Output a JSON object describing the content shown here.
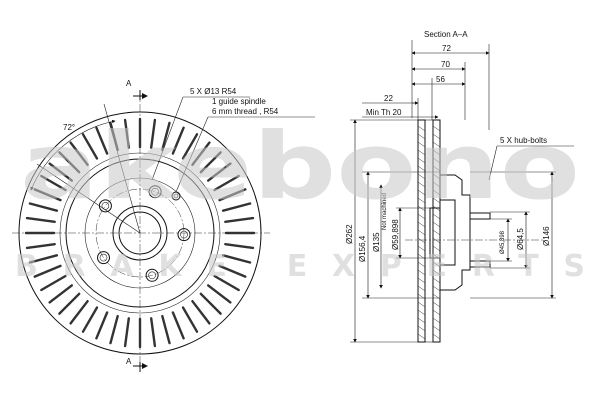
{
  "watermark": {
    "brand": "akebono",
    "tagline": "BRAKE EXPERTS"
  },
  "front_view": {
    "section_marker_top": "A",
    "section_marker_bottom": "A",
    "bolt_spec": "5 X Ø13 R54",
    "spindle_note_line1": "1 guide spindle",
    "spindle_note_line2": "6 mm thread , R54",
    "angle": "72°"
  },
  "section_view": {
    "title": "Section A–A",
    "dim_72": "72",
    "dim_70": "70",
    "dim_56": "56",
    "dim_22": "22",
    "min_th": "Min Th 20",
    "hub_bolts": "5 X hub-bolts",
    "dia_262": "Ø262",
    "dia_156_4": "Ø156,4",
    "dia_135": "Ø135",
    "not_machined": "Not machined",
    "dia_59_898": "Ø59,898",
    "dia_45_898": "Ø45,898",
    "dia_64_5": "Ø64,5",
    "dia_146": "Ø146"
  }
}
